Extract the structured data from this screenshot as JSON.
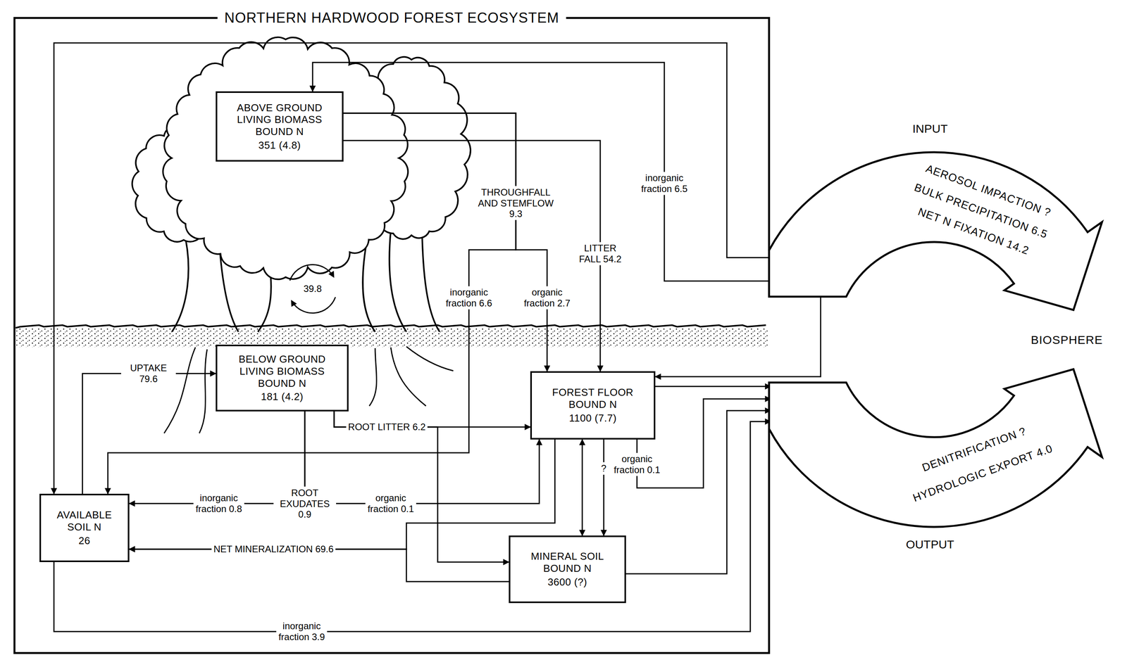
{
  "diagram": {
    "nodes": [
      {
        "text": [
          "NORTHERN HARDWOOD FOREST ECOSYSTEM"
        ]
      },
      {
        "text": [
          "ABOVE GROUND LIVING BIOMASS BOUND N",
          "351 (4.8)"
        ],
        "in": 0
      },
      {
        "text": [
          "BELOW GROUND LIVING BIOMASS BOUND N",
          "181 (4.2)"
        ],
        "in": 0
      },
      {
        "text": [
          "FOREST FLOOR BOUND N",
          "1100 (7.7)"
        ],
        "in": 0
      },
      {
        "text": [
          "AVAILABLE SOIL N",
          "26"
        ],
        "in": 0
      },
      {
        "text": [
          "MINERAL SOIL BOUND N",
          "3600 (?)"
        ],
        "in": 0
      },
      {
        "text": [
          "AEROSOL IMPACTION ?",
          "BULK PRECIPITATION 6.5",
          "NET N FIXATION 14.2",
          "BIOSPHERE",
          "DENITRIFICATION ?",
          "HYDROLOGIC EXPORT 4.0"
        ]
      }
    ],
    "edges": [
      {
        "from": 6,
        "to": 1,
        "label": "inorganic fraction 6.5",
        "arrow": "to"
      },
      {
        "from": 6,
        "to": 4,
        "arrow": "to"
      },
      {
        "from": 6,
        "to": 3,
        "arrow": "to"
      },
      {
        "from": 1,
        "to": 3,
        "label": "LITTER FALL 54.2",
        "arrow": "to"
      },
      {
        "from": 1,
        "to": 4,
        "label": "inorganic fraction 6.6",
        "arrow": "to"
      },
      {
        "from": 1,
        "to": 3,
        "label": "organic fraction 2.7",
        "arrow": "to"
      },
      {
        "from": 4,
        "to": 2,
        "label": "UPTAKE 79.6",
        "arrow": "to"
      },
      {
        "from": 2,
        "to": 3,
        "label": "ROOT LITTER 6.2",
        "arrow": "to"
      },
      {
        "from": 2,
        "to": 5,
        "arrow": "to"
      },
      {
        "from": 2,
        "to": 4,
        "label": "inorganic fraction 0.8",
        "arrow": "to"
      },
      {
        "from": 2,
        "to": 3,
        "label": "organic fraction 0.1",
        "arrow": "to"
      },
      {
        "from": 3,
        "to": 5,
        "arrow": "both"
      },
      {
        "from": 3,
        "to": 5,
        "label": "?",
        "arrow": "to"
      },
      {
        "from": 3,
        "to": 6,
        "label": "organic fraction 0.1",
        "arrow": "to"
      },
      {
        "from": 3,
        "to": 4,
        "label": "NET MINERALIZATION 69.6",
        "arrow": "to"
      },
      {
        "from": 5,
        "to": 4,
        "arrow": "to"
      },
      {
        "from": 3,
        "to": 6,
        "arrow": "to"
      },
      {
        "from": 5,
        "to": 6,
        "arrow": "to"
      },
      {
        "from": 4,
        "to": 6,
        "label": "inorganic fraction 3.9",
        "arrow": "to"
      }
    ],
    "labels": [
      "THROUGHFALL AND STEMFLOW 9.3",
      "39.8",
      "ROOT EXUDATES 0.9",
      "INPUT",
      "OUTPUT"
    ]
  }
}
